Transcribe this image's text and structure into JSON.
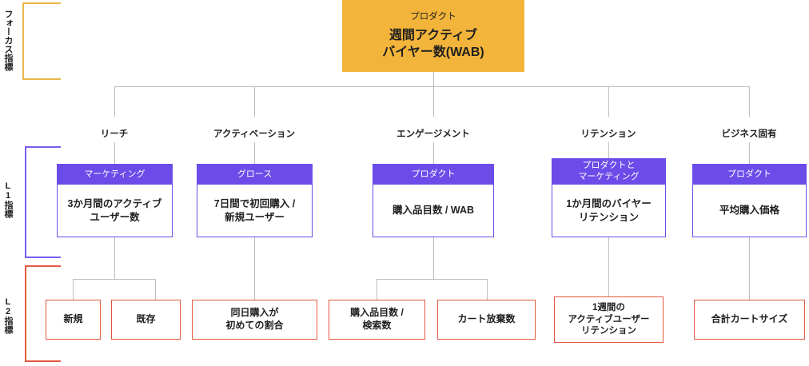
{
  "diagram": {
    "title": "Weekly Active Buyer metric tree",
    "colors": {
      "focus": "#F2B43A",
      "l1": "#6C4CE8",
      "l2": "#E2583F",
      "connector": "#BDBDBD"
    },
    "rails": [
      {
        "label": "フォーカス指標",
        "color": "#E8B84B"
      },
      {
        "label": "L1指標",
        "color": "#6C4CE8"
      },
      {
        "label": "L2指標",
        "color": "#E2583F"
      }
    ],
    "focus_metric": {
      "owner": "プロダクト",
      "name_line1": "週間アクティブ",
      "name_line2": "バイヤー数(WAB)"
    },
    "columns": [
      {
        "label": "リーチ"
      },
      {
        "label": "アクティベーション"
      },
      {
        "label": "エンゲージメント"
      },
      {
        "label": "リテンション"
      },
      {
        "label": "ビジネス固有"
      }
    ],
    "l1_metrics": [
      {
        "owner": "マーケティング",
        "owner_line2": "",
        "name_line1": "3か月間のアクティブ",
        "name_line2": "ユーザー数"
      },
      {
        "owner": "グロース",
        "owner_line2": "",
        "name_line1": "7日間で初回購入 /",
        "name_line2": "新規ユーザー"
      },
      {
        "owner": "プロダクト",
        "owner_line2": "",
        "name_line1": "購入品目数 / WAB",
        "name_line2": ""
      },
      {
        "owner": "プロダクトと",
        "owner_line2": "マーケティング",
        "name_line1": "1か月間のバイヤー",
        "name_line2": "リテンション"
      },
      {
        "owner": "プロダクト",
        "owner_line2": "",
        "name_line1": "平均購入価格",
        "name_line2": ""
      }
    ],
    "l2_metrics": [
      {
        "line1": "新規",
        "line2": "",
        "line3": ""
      },
      {
        "line1": "既存",
        "line2": "",
        "line3": ""
      },
      {
        "line1": "同日購入が",
        "line2": "初めての割合",
        "line3": ""
      },
      {
        "line1": "購入品目数 /",
        "line2": "検索数",
        "line3": ""
      },
      {
        "line1": "カート放棄数",
        "line2": "",
        "line3": ""
      },
      {
        "line1": "1週間の",
        "line2": "アクティブユーザー",
        "line3": "リテンション"
      },
      {
        "line1": "合計カートサイズ",
        "line2": "",
        "line3": ""
      }
    ]
  }
}
